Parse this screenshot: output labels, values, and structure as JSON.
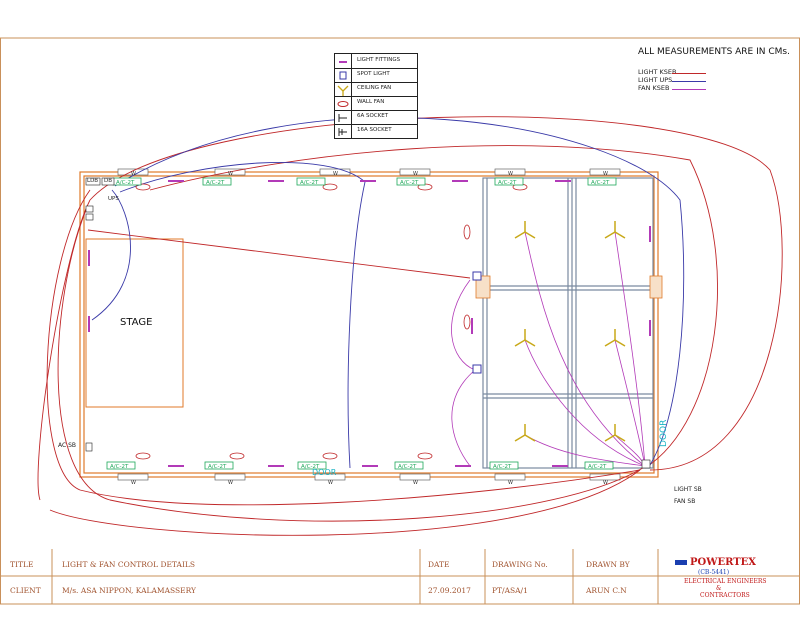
{
  "legend": {
    "items": [
      {
        "label": "LIGHT FITTINGS",
        "icon": "light-fitting-icon"
      },
      {
        "label": "SPOT LIGHT",
        "icon": "spot-light-icon"
      },
      {
        "label": "CEILING FAN",
        "icon": "ceiling-fan-icon"
      },
      {
        "label": "WALL FAN",
        "icon": "wall-fan-icon"
      },
      {
        "label": "6A SOCKET",
        "icon": "socket-6a-icon"
      },
      {
        "label": "16A SOCKET",
        "icon": "socket-16a-icon"
      }
    ]
  },
  "note": "ALL MEASUREMENTS ARE IN CMs.",
  "wire_key": [
    {
      "label": "LIGHT KSEB",
      "color": "#c0282a"
    },
    {
      "label": "LIGHT UPS",
      "color": "#3a3aa8"
    },
    {
      "label": "FAN KSEB",
      "color": "#b23ab8"
    }
  ],
  "plan_labels": {
    "ldb": "LDB",
    "db": "DB",
    "ups": "UPS",
    "stage": "STAGE",
    "ac_sb": "AC SB",
    "light_sb": "LIGHT SB",
    "fan_sb": "FAN SB",
    "door_right": "DOOR",
    "door_bottom": "DOOR",
    "ac_unit": "A/C-2T",
    "window": "W"
  },
  "title_block": {
    "title_label": "TITLE",
    "title_value": "LIGHT & FAN CONTROL DETAILS",
    "client_label": "CLIENT",
    "client_value": "M/s. ASA NIPPON, KALAMASSERY",
    "date_label": "DATE",
    "date_value": "27.09.2017",
    "drawing_label": "DRAWING No.",
    "drawing_value": "PT/ASA/1",
    "drawn_label": "DRAWN BY",
    "drawn_value": "ARUN C.N",
    "company": "POWERTEX",
    "company_code": "(CB-5441)",
    "company_line1": "ELECTRICAL ENGINEERS",
    "company_line2": "&",
    "company_line3": "CONTRACTORS"
  },
  "colors": {
    "wall": "#e07a2a",
    "light_kseb": "#c0282a",
    "light_ups": "#3a3aa8",
    "fan_kseb": "#b23ab8",
    "ac": "#1ea85a",
    "partition": "#7a8aa0"
  }
}
